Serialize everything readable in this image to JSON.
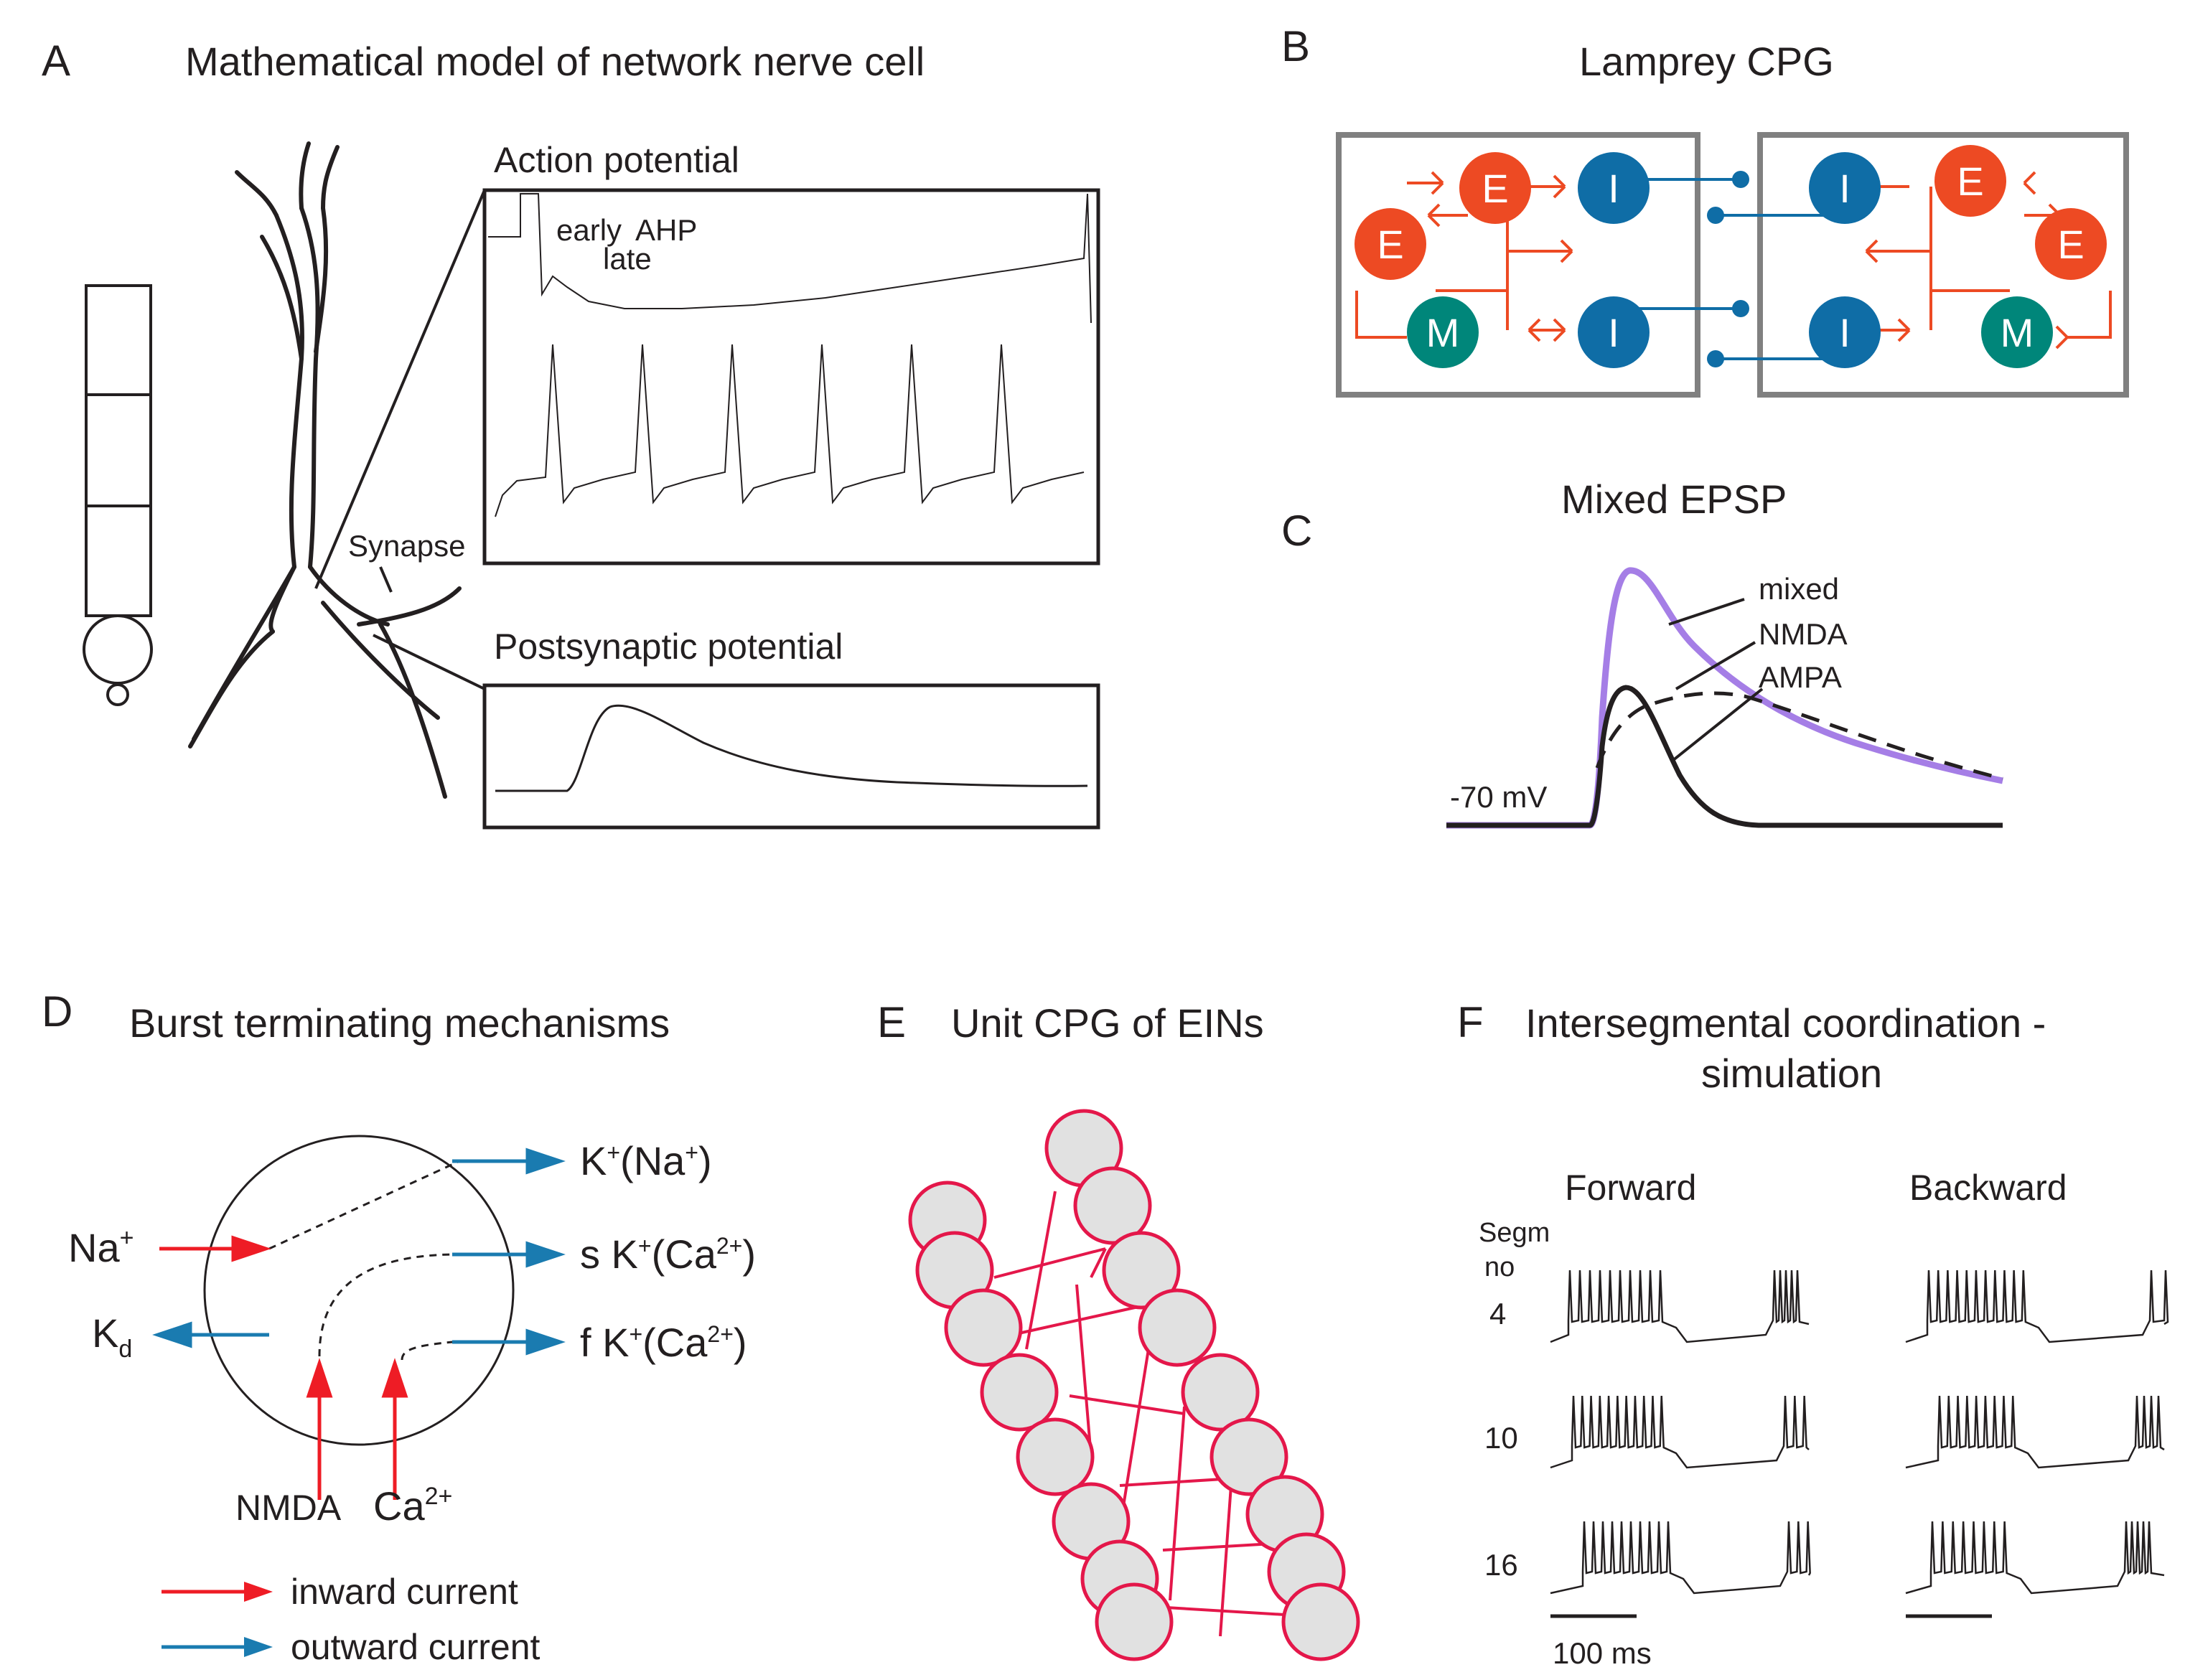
{
  "colors": {
    "excitatory": "#ed4a23",
    "inhibitory": "#0f6da6",
    "motoneuron": "#00867a",
    "inward": "#ee1c25",
    "outward": "#1a7bb0",
    "ein_ring": "#e4174a",
    "ein_fill": "#e1e1e1",
    "mixed_trace": "#a57ee6",
    "box_border": "#808080"
  },
  "panel_a": {
    "letter": "A",
    "title": "Mathematical model of network nerve cell",
    "ap_title": "Action potential",
    "early": "early",
    "ahp": "AHP",
    "late": "late",
    "synapse": "Synapse",
    "psp_title": "Postsynaptic potential"
  },
  "panel_b": {
    "letter": "B",
    "title": "Lamprey CPG",
    "node_e": "E",
    "node_i": "I",
    "node_m": "M"
  },
  "panel_c": {
    "letter": "C",
    "title": "Mixed EPSP",
    "mixed": "mixed",
    "nmda": "NMDA",
    "ampa": "AMPA",
    "baseline": "-70 mV"
  },
  "panel_d": {
    "letter": "D",
    "title": "Burst terminating mechanisms",
    "na_base": "Na",
    "na_sup": "+",
    "k_base": "K",
    "k_sub": "d",
    "k_na_base": "K",
    "k_na_sup": "+",
    "k_na_rest": "(Na",
    "k_na_sup2": "+",
    "k_na_end": ")",
    "sk_pre": "s K",
    "sk_sup": "+",
    "sk_rest": "(Ca",
    "sk_sup2": "2+",
    "sk_end": ")",
    "fk_pre": "f K",
    "fk_sup": "+",
    "fk_rest": "(Ca",
    "fk_sup2": "2+",
    "fk_end": ")",
    "nmda": "NMDA",
    "ca_base": "Ca",
    "ca_sup": "2+",
    "legend_inward": "inward current",
    "legend_outward": "outward current"
  },
  "panel_e": {
    "letter": "E",
    "title": "Unit CPG of EINs"
  },
  "panel_f": {
    "letter": "F",
    "title_line1": "Intersegmental coordination -",
    "title_line2": "simulation",
    "forward": "Forward",
    "backward": "Backward",
    "segm_line1": "Segm",
    "segm_line2": "no",
    "rows": [
      "4",
      "10",
      "16"
    ],
    "scale": "100 ms"
  }
}
